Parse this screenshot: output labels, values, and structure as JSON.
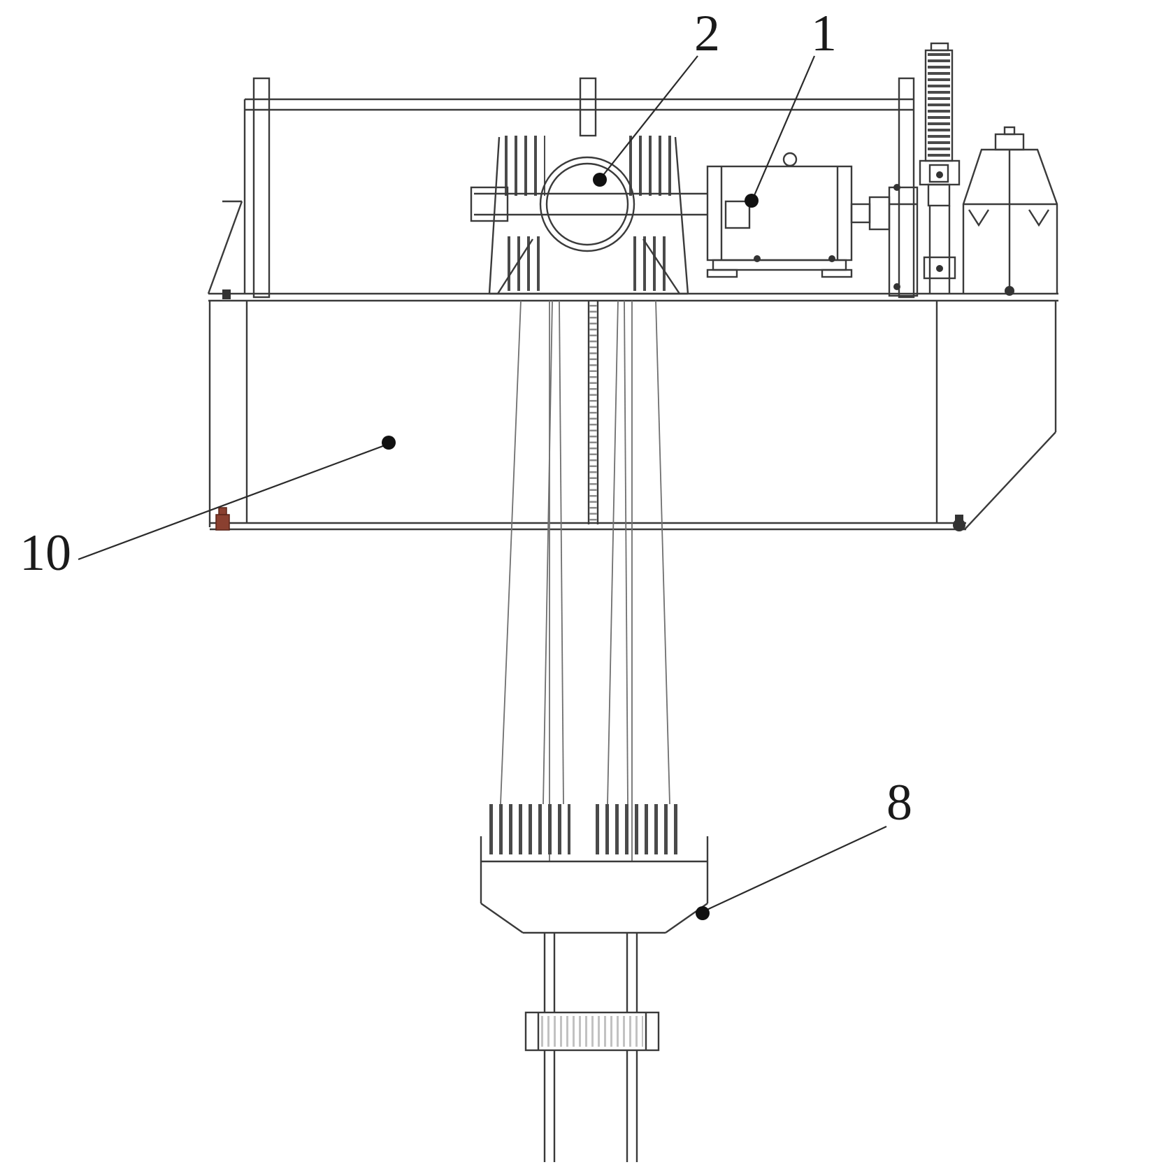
{
  "figure": {
    "labels": [
      {
        "id": "label-2",
        "text": "2"
      },
      {
        "id": "label-1",
        "text": "1"
      },
      {
        "id": "label-10",
        "text": "10"
      },
      {
        "id": "label-8",
        "text": "8"
      }
    ]
  },
  "colors": {
    "background": "#ffffff",
    "line": "#3a3a3a",
    "rope": "#6f6f6f",
    "bolt_accent": "#8a4030"
  }
}
